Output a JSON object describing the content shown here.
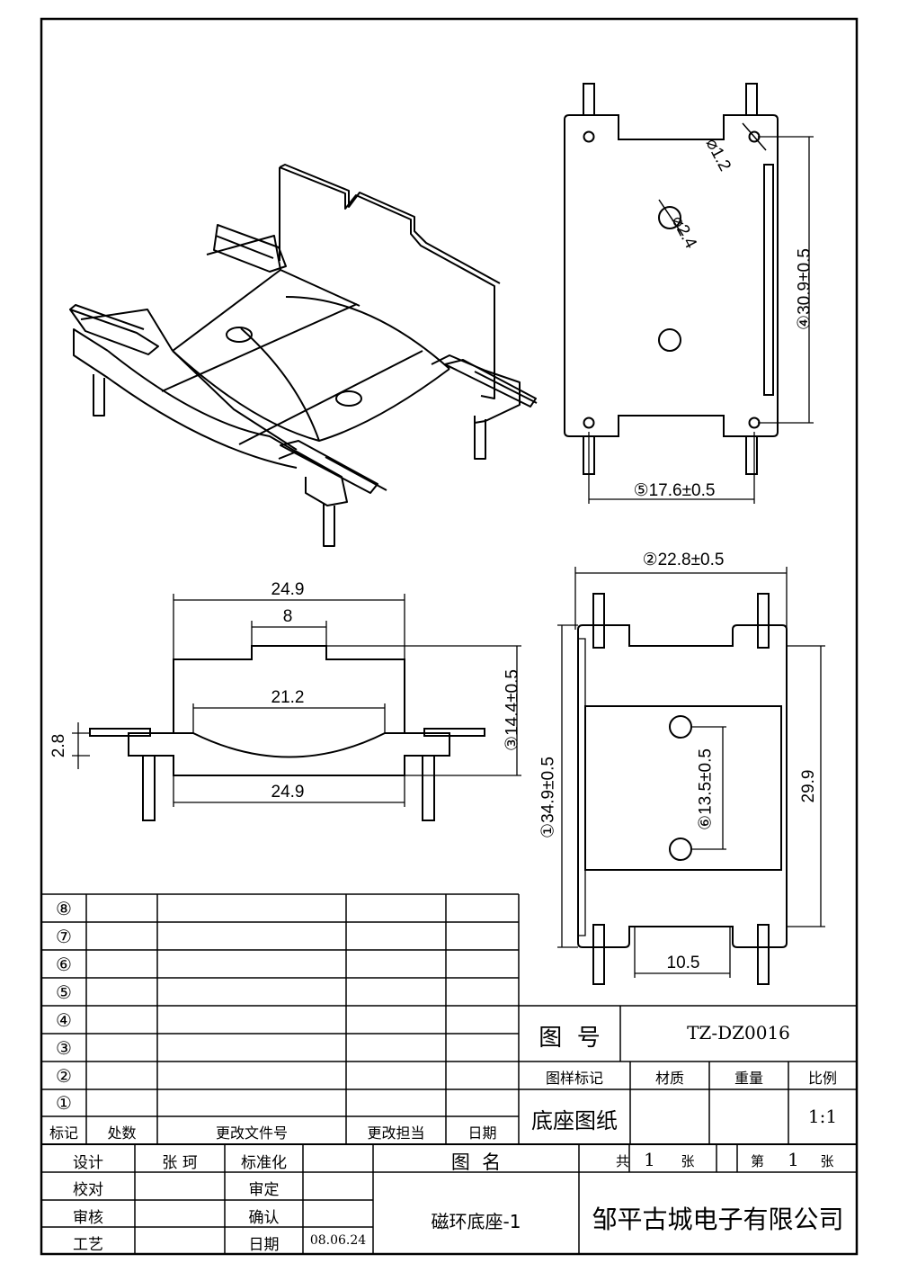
{
  "views": {
    "top_dims": {
      "hole1": "⌀1.2",
      "hole2": "⌀2.4",
      "height": "④30.9±0.5",
      "width": "⑤17.6±0.5"
    },
    "front_dims": {
      "top_width": "24.9",
      "tab_width": "8",
      "arc_width": "21.2",
      "bottom_width": "24.9",
      "flange": "2.8",
      "height": "③14.4±0.5"
    },
    "side_dims": {
      "overall_width": "②22.8±0.5",
      "overall_height": "①34.9±0.5",
      "inner_height": "29.9",
      "hole_pitch": "⑥13.5±0.5",
      "gap": "10.5"
    }
  },
  "revision_table": {
    "rows": [
      "⑧",
      "⑦",
      "⑥",
      "⑤",
      "④",
      "③",
      "②",
      "①"
    ],
    "headers": [
      "标记",
      "处数",
      "更改文件号",
      "更改担当",
      "日期"
    ]
  },
  "title_block": {
    "drawing_no_label": "图  号",
    "drawing_no": "TZ-DZ0016",
    "col_mark": "图样标记",
    "col_material": "材质",
    "col_weight": "重量",
    "col_scale": "比例",
    "doc_type": "底座图纸",
    "scale": "1:1",
    "design_label": "设计",
    "designer": "张 珂",
    "standard_label": "标准化",
    "check_label": "校对",
    "review_label": "审定",
    "audit_label": "审核",
    "confirm_label": "确认",
    "process_label": "工艺",
    "date_label": "日期",
    "date": "08.06.24",
    "name_label": "图  名",
    "name": "磁环底座-1",
    "total_prefix": "共",
    "total": "1",
    "total_suffix": "张",
    "sheet_prefix": "第",
    "sheet": "1",
    "sheet_suffix": "张",
    "company": "邹平古城电子有限公司"
  }
}
